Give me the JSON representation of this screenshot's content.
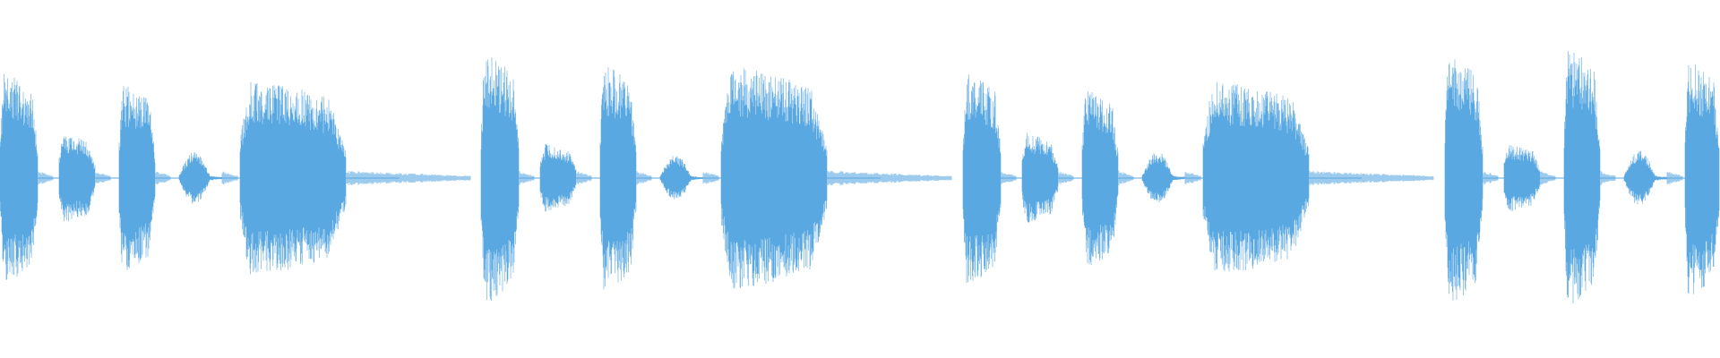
{
  "waveform": {
    "color": "#5aa8e1",
    "background": "#ffffff",
    "bursts": [
      {
        "type": "loud",
        "amp": 0.59,
        "decay": 0.06
      },
      {
        "type": "medium",
        "amp": 0.27,
        "decay": 0.06
      },
      {
        "type": "loud",
        "amp": 0.52,
        "decay": 0.06
      },
      {
        "type": "soft",
        "amp": 0.15,
        "decay": 0.1
      },
      {
        "type": "loud",
        "amp": 0.54,
        "decay": 0.32
      },
      {
        "type": "loud",
        "amp": 0.7,
        "decay": 0.06
      },
      {
        "type": "medium",
        "amp": 0.2,
        "decay": 0.06
      },
      {
        "type": "loud",
        "amp": 0.63,
        "decay": 0.06
      },
      {
        "type": "soft",
        "amp": 0.13,
        "decay": 0.1
      },
      {
        "type": "loud",
        "amp": 0.62,
        "decay": 0.32
      },
      {
        "type": "loud",
        "amp": 0.59,
        "decay": 0.06
      },
      {
        "type": "medium",
        "amp": 0.27,
        "decay": 0.06
      },
      {
        "type": "loud",
        "amp": 0.5,
        "decay": 0.06
      },
      {
        "type": "soft",
        "amp": 0.15,
        "decay": 0.1
      },
      {
        "type": "loud",
        "amp": 0.54,
        "decay": 0.32
      },
      {
        "type": "loud",
        "amp": 0.7,
        "decay": 0.06
      },
      {
        "type": "medium",
        "amp": 0.2,
        "decay": 0.06
      },
      {
        "type": "loud",
        "amp": 0.72,
        "decay": 0.06
      },
      {
        "type": "soft",
        "amp": 0.16,
        "decay": 0.1
      },
      {
        "type": "loud",
        "amp": 0.66,
        "decay": 0.06
      }
    ]
  }
}
